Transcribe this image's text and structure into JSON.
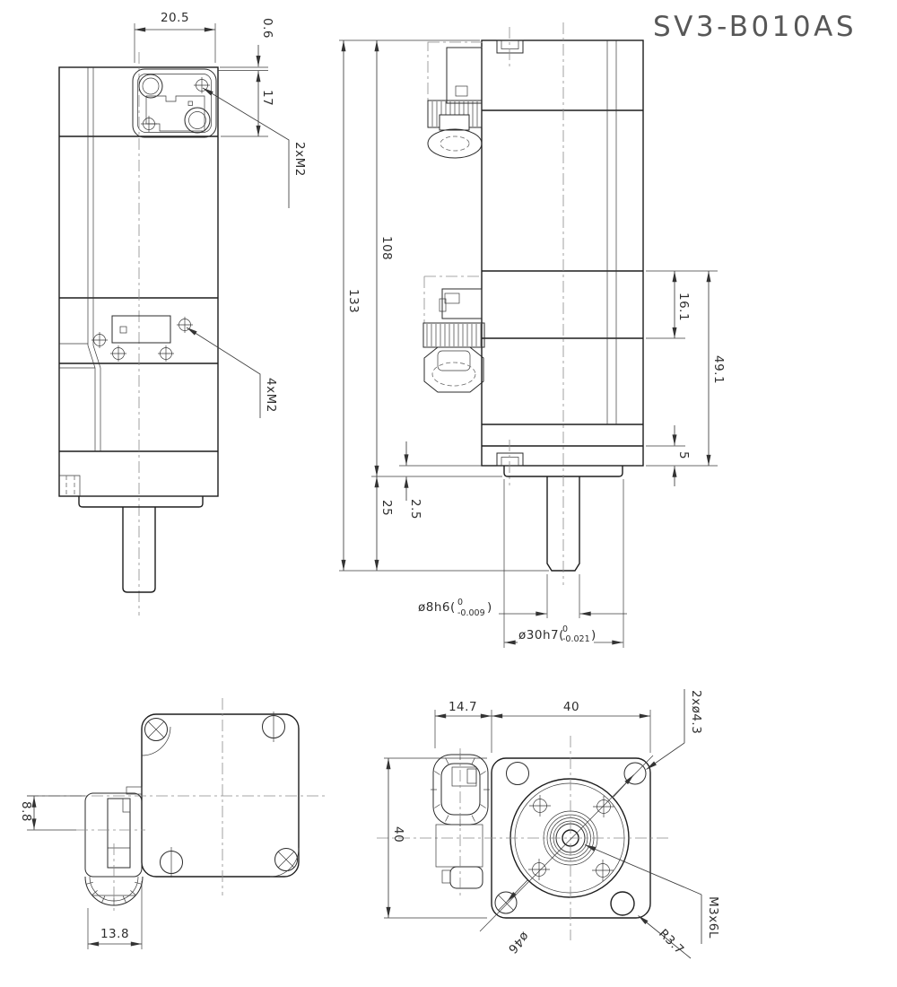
{
  "title": "SV3-B010AS",
  "dims": {
    "front_width": "20.5",
    "plate_gap": "0.6",
    "plate_height": "17",
    "connector_holes": "2xM2",
    "body_holes": "4xM2",
    "body_height": "108",
    "total_height": "133",
    "gear_step": "16.1",
    "gear_height": "49.1",
    "flange_thickness": "5",
    "shaft_length": "25",
    "boss_height": "2.5",
    "shaft_dia": {
      "prefix": "ø8h6(",
      "upper": "0",
      "lower": "-0.009",
      "close": ")"
    },
    "boss_dia": {
      "prefix": "ø30h7(",
      "upper": "0",
      "lower": "-0.021",
      "close": ")"
    },
    "conn_offset": "8.8",
    "conn_width": "13.8",
    "flange_conn_width": "14.7",
    "flange_width": "40",
    "flange_height": "40",
    "corner_holes": "2xø4.3",
    "shaft_tap": "M3x6L",
    "corner_radius": "R3.7",
    "bolt_circle": "ø46"
  }
}
